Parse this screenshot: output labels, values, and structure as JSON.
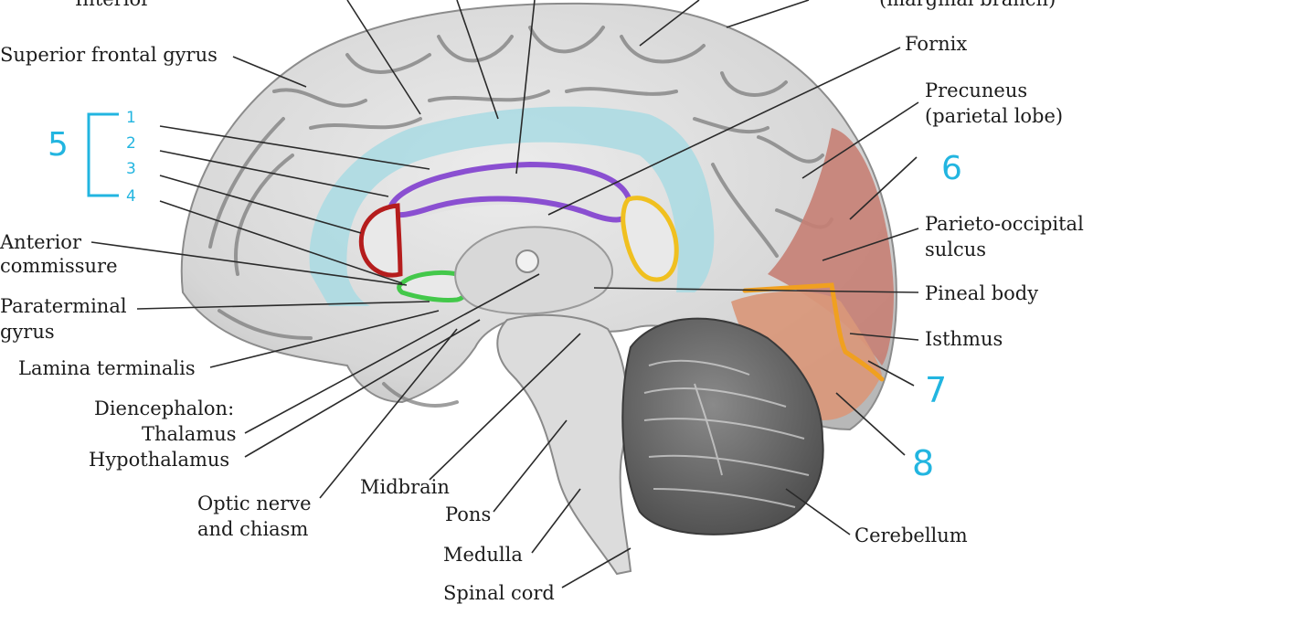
{
  "labels": {
    "interior": "Interior",
    "marginal_branch": "(marginal branch)",
    "superior_frontal_gyrus": "Superior frontal gyrus",
    "fornix": "Fornix",
    "precuneus": "Precuneus",
    "parietal_lobe": "(parietal lobe)",
    "parieto_occipital": "Parieto-occipital",
    "sulcus": "sulcus",
    "pineal_body": "Pineal body",
    "isthmus": "Isthmus",
    "cerebellum": "Cerebellum",
    "anterior": "Anterior",
    "commissure": "commissure",
    "paraterminal": "Paraterminal",
    "gyrus": "gyrus",
    "lamina_terminalis": "Lamina terminalis",
    "diencephalon": "Diencephalon:",
    "thalamus": "Thalamus",
    "hypothalamus": "Hypothalamus",
    "optic_nerve": "Optic nerve",
    "and_chiasm": "and chiasm",
    "midbrain": "Midbrain",
    "pons": "Pons",
    "medulla": "Medulla",
    "spinal_cord": "Spinal cord"
  },
  "handwritten": {
    "n1": "1",
    "n2": "2",
    "n3": "3",
    "n4": "4",
    "n5": "5",
    "n6": "6",
    "n7": "7",
    "n8": "8"
  },
  "colors": {
    "cingulate_highlight": "#a9dbe3",
    "corpus_callosum_outline": "#8a4fd1",
    "genu_outline": "#b51d1d",
    "splenium_outline": "#f0c020",
    "commissure_outline": "#43c84a",
    "cuneus_fill": "#c77f74",
    "lingual_fill": "#d9977a",
    "calcarine_line": "#f0a020",
    "annotation_blue": "#22b5e0"
  }
}
